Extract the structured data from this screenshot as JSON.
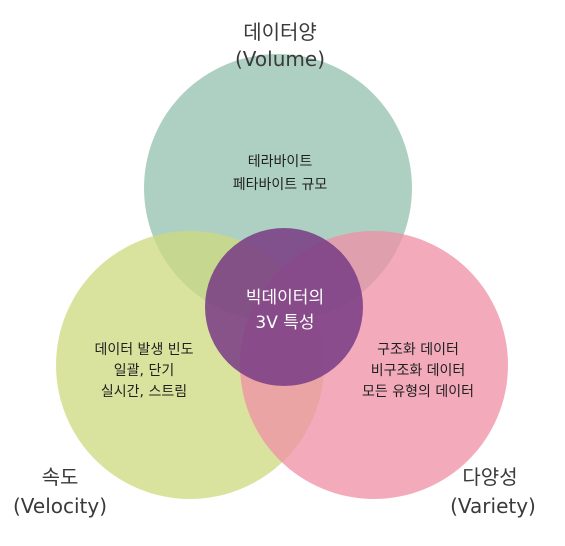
{
  "colors": {
    "volume": "#a5cbbb",
    "velocity": "#cdd97e",
    "variety": "#ef8fa6",
    "center": "#7b3f86",
    "text": "#2b2b2b"
  },
  "volume": {
    "title_ko": "데이터양",
    "title_en": "(Volume)",
    "lines": [
      "테라바이트",
      "페타바이트 규모"
    ]
  },
  "velocity": {
    "title_ko": "속도",
    "title_en": "(Velocity)",
    "lines": [
      "데이터 발생 빈도",
      "일괄, 단기",
      "실시간, 스트림"
    ]
  },
  "variety": {
    "title_ko": "다양성",
    "title_en": "(Variety)",
    "lines": [
      "구조화 데이터",
      "비구조화 데이터",
      "모든 유형의 데이터"
    ]
  },
  "center": {
    "lines": [
      "빅데이터의",
      "3V 특성"
    ]
  }
}
